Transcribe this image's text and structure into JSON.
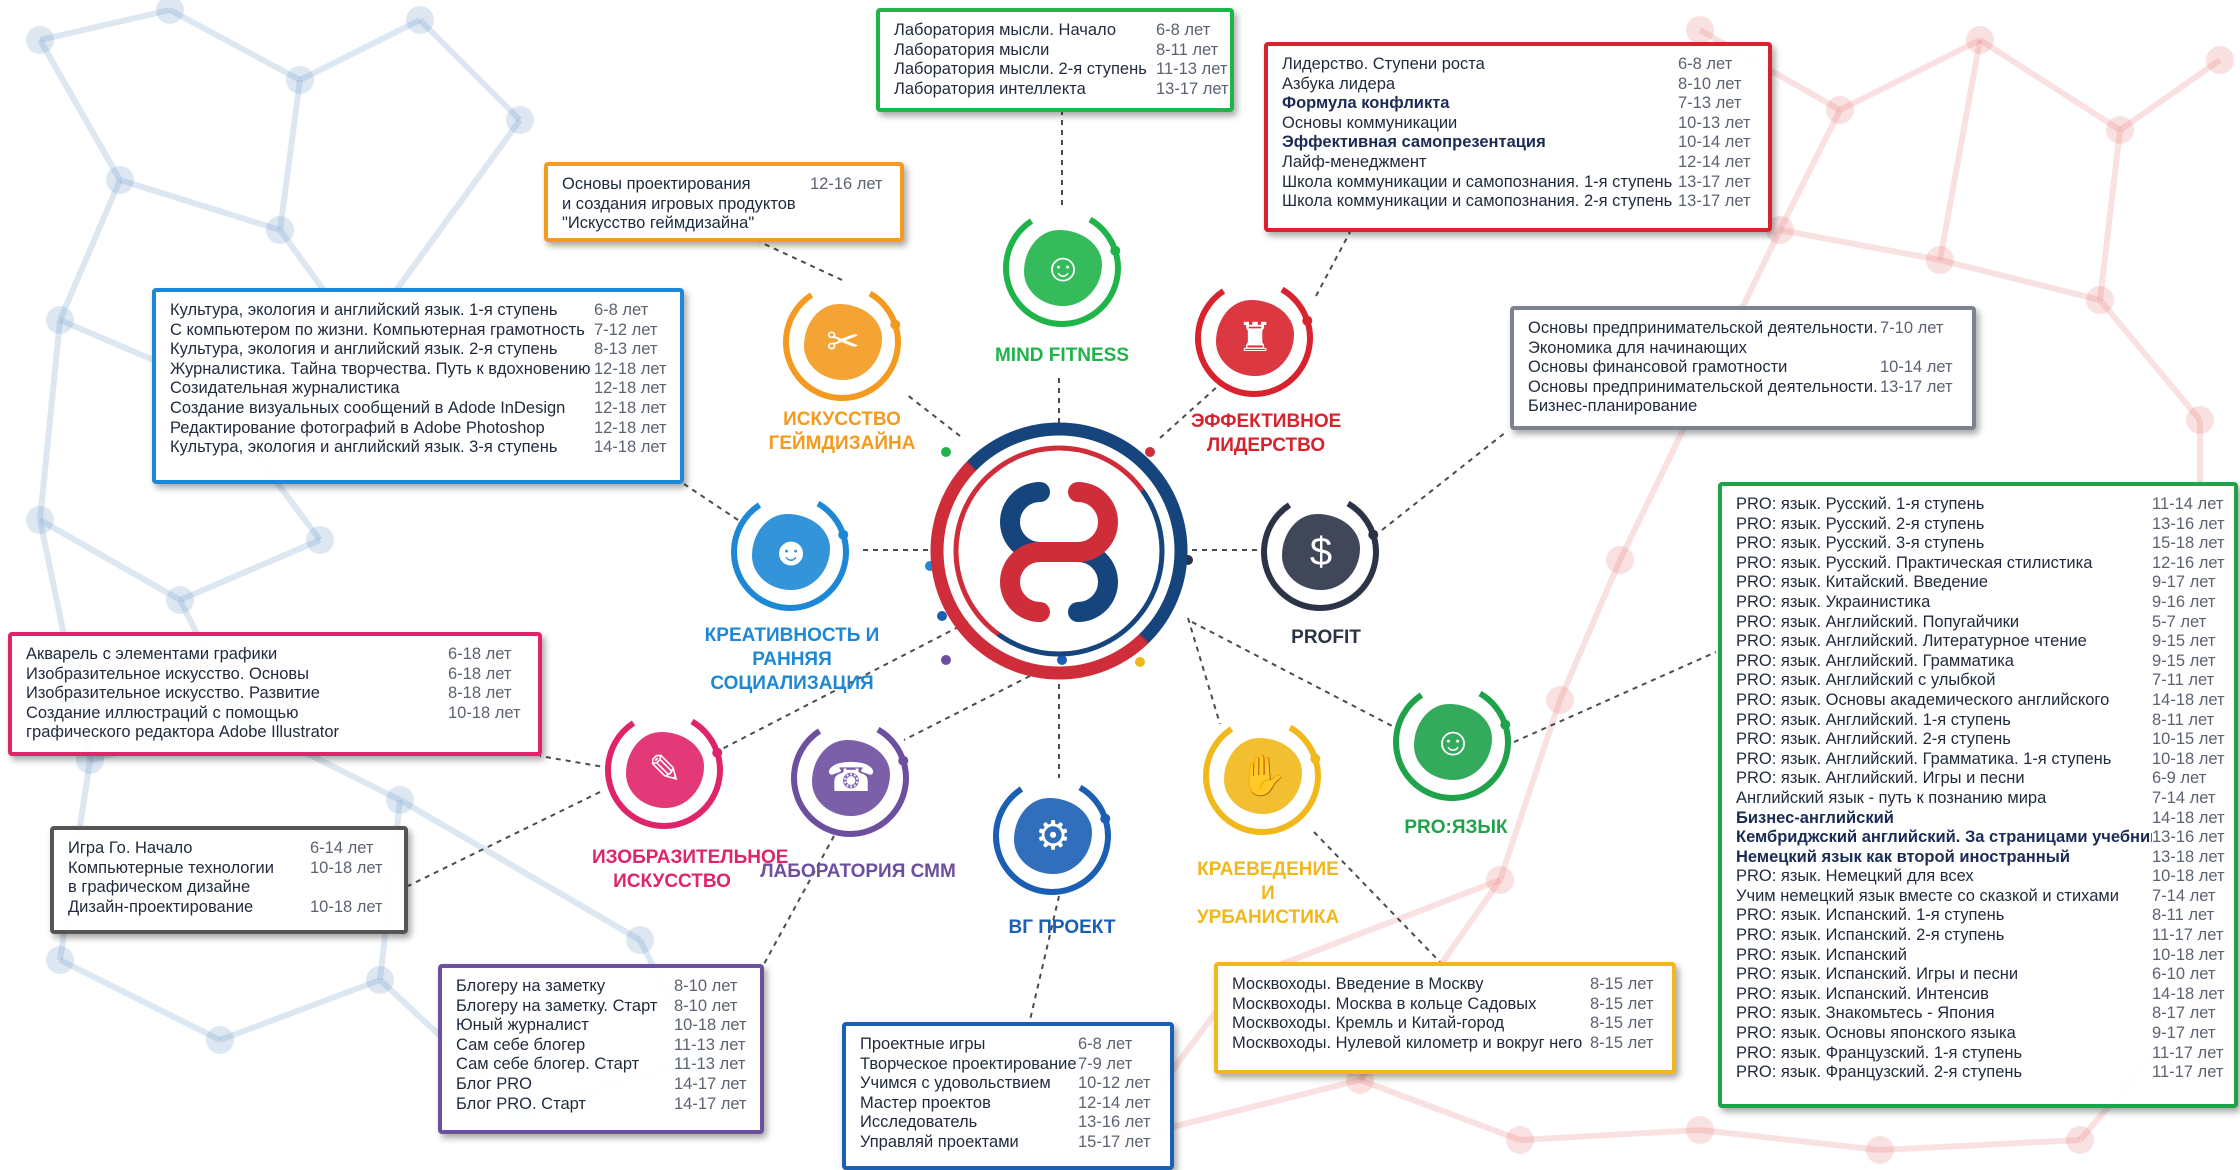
{
  "colors": {
    "lab": "#1fb44a",
    "leader": "#d8222e",
    "game": "#f39a1f",
    "creative": "#1e88d6",
    "art": "#e0246a",
    "gray": "#555555",
    "smm": "#6d4fa0",
    "proj": "#1b5fb5",
    "profit": "#2b3346",
    "kraeved": "#f0b81a",
    "lang": "#1ea24a",
    "hubBlue": "#16457e",
    "hubRed": "#d02d3a"
  },
  "nodes": {
    "mind": {
      "label": "MIND FITNESS",
      "icon": "☺"
    },
    "leader": {
      "label": "ЭФФЕКТИВНОЕ ЛИДЕРСТВО",
      "icon": "♜"
    },
    "game": {
      "label": "ИСКУССТВО ГЕЙМДИЗАЙНА",
      "icon": "✂"
    },
    "creative": {
      "label": "КРЕАТИВНОСТЬ И РАННЯЯ СОЦИАЛИЗАЦИЯ",
      "icon": "☻"
    },
    "profit": {
      "label": "PROFIT",
      "icon": "$"
    },
    "art": {
      "label": "ИЗОБРАЗИТЕЛЬНОЕ ИСКУССТВО",
      "icon": "✎"
    },
    "smm": {
      "label": "ЛАБОРАТОРИЯ СММ",
      "icon": "☎"
    },
    "proj": {
      "label": "ВГ ПРОЕКТ",
      "icon": "⚙"
    },
    "kraeved": {
      "label": "КРАЕВЕДЕНИЕ И УРБАНИСТИКА",
      "icon": "✋"
    },
    "lang": {
      "label": "PRO:ЯЗЫК",
      "icon": "☺"
    }
  },
  "boxes": {
    "lab": {
      "rows": [
        {
          "name": "Лаборатория мысли. Начало",
          "age": "6-8 лет"
        },
        {
          "name": "Лаборатория мысли",
          "age": "8-11 лет"
        },
        {
          "name": "Лаборатория мысли. 2-я ступень",
          "age": "11-13 лет"
        },
        {
          "name": "Лаборатория интеллекта",
          "age": "13-17 лет"
        }
      ]
    },
    "leader": {
      "rows": [
        {
          "name": "Лидерство. Ступени роста",
          "age": "6-8 лет"
        },
        {
          "name": "Азбука лидера",
          "age": "8-10 лет"
        },
        {
          "name": "Формула конфликта",
          "age": "7-13 лет",
          "bold": true
        },
        {
          "name": "Основы коммуникации",
          "age": "10-13 лет"
        },
        {
          "name": "Эффективная самопрезентация",
          "age": "10-14 лет",
          "bold": true
        },
        {
          "name": "Лайф-менеджмент",
          "age": "12-14 лет"
        },
        {
          "name": "Школа коммуникации и самопознания. 1-я ступень",
          "age": "13-17 лет"
        },
        {
          "name": "Школа коммуникации и самопознания. 2-я ступень",
          "age": "13-17 лет"
        }
      ]
    },
    "game": {
      "rows": [
        {
          "name": "Основы проектирования",
          "age": "12-16 лет"
        },
        {
          "name": "и создания игровых продуктов",
          "age": ""
        },
        {
          "name": "\"Искусство геймдизайна\"",
          "age": ""
        }
      ]
    },
    "creative": {
      "rows": [
        {
          "name": "Культура, экология и английский язык. 1-я ступень",
          "age": "6-8 лет"
        },
        {
          "name": "С компьютером по жизни. Компьютерная грамотность",
          "age": "7-12 лет"
        },
        {
          "name": "Культура, экология и английский язык. 2-я ступень",
          "age": "8-13 лет"
        },
        {
          "name": "Журналистика. Тайна творчества. Путь к вдохновению",
          "age": "12-18 лет"
        },
        {
          "name": "Созидательная журналистика",
          "age": "12-18 лет"
        },
        {
          "name": "Создание визуальных сообщений в Adode InDesign",
          "age": "12-18 лет"
        },
        {
          "name": "Редактирование фотографий в Adobe Photoshop",
          "age": "12-18 лет"
        },
        {
          "name": "Культура, экология и английский язык. 3-я ступень",
          "age": "14-18 лет"
        }
      ]
    },
    "profit": {
      "rows": [
        {
          "name": "Основы предпринимательской деятельности.",
          "age": "7-10 лет"
        },
        {
          "name": "Экономика для начинающих",
          "age": ""
        },
        {
          "name": "Основы финансовой грамотности",
          "age": "10-14 лет"
        },
        {
          "name": "Основы предпринимательской деятельности.",
          "age": "13-17 лет"
        },
        {
          "name": "Бизнес-планирование",
          "age": ""
        }
      ]
    },
    "art": {
      "rows": [
        {
          "name": "Акварель с элементами графики",
          "age": "6-18 лет"
        },
        {
          "name": "Изобразительное искусство. Основы",
          "age": "6-18 лет"
        },
        {
          "name": "Изобразительное искусство. Развитие",
          "age": "8-18 лет"
        },
        {
          "name": "Создание иллюстраций с помощью",
          "age": "10-18 лет"
        },
        {
          "name": "графического редактора Adobe Illustrator",
          "age": ""
        }
      ]
    },
    "gray": {
      "rows": [
        {
          "name": "Игра Го. Начало",
          "age": "6-14 лет"
        },
        {
          "name": "Компьютерные технологии",
          "age": "10-18 лет"
        },
        {
          "name": "в графическом дизайне",
          "age": ""
        },
        {
          "name": "Дизайн-проектирование",
          "age": "10-18 лет"
        }
      ]
    },
    "smm": {
      "rows": [
        {
          "name": "Блогеру на заметку",
          "age": "8-10 лет"
        },
        {
          "name": "Блогеру на заметку. Старт",
          "age": "8-10 лет"
        },
        {
          "name": "Юный журналист",
          "age": "10-18 лет"
        },
        {
          "name": "Сам себе блогер",
          "age": "11-13 лет"
        },
        {
          "name": "Сам себе блогер. Старт",
          "age": "11-13 лет"
        },
        {
          "name": "Блог PRO",
          "age": "14-17 лет"
        },
        {
          "name": "Блог PRO. Старт",
          "age": "14-17 лет"
        }
      ]
    },
    "proj": {
      "rows": [
        {
          "name": "Проектные игры",
          "age": "6-8 лет"
        },
        {
          "name": "Творческое проектирование",
          "age": "7-9 лет"
        },
        {
          "name": "Учимся с удовольствием",
          "age": "10-12 лет"
        },
        {
          "name": "Мастер проектов",
          "age": "12-14 лет"
        },
        {
          "name": "Исследователь",
          "age": "13-16 лет"
        },
        {
          "name": "Управляй проектами",
          "age": "15-17 лет"
        }
      ]
    },
    "kraeved": {
      "rows": [
        {
          "name": "Москвоходы. Введение в Москву",
          "age": "8-15 лет"
        },
        {
          "name": "Москвоходы. Москва в кольце Садовых",
          "age": "8-15 лет"
        },
        {
          "name": "Москвоходы. Кремль и Китай-город",
          "age": "8-15 лет"
        },
        {
          "name": "Москвоходы. Нулевой километр и вокруг него",
          "age": "8-15 лет"
        }
      ]
    },
    "lang": {
      "rows": [
        {
          "name": "PRO: язык. Русский. 1-я ступень",
          "age": "11-14 лет"
        },
        {
          "name": "PRO: язык. Русский. 2-я ступень",
          "age": "13-16 лет"
        },
        {
          "name": "PRO: язык. Русский. 3-я ступень",
          "age": "15-18 лет"
        },
        {
          "name": "PRO: язык. Русский. Практическая стилистика",
          "age": "12-16 лет"
        },
        {
          "name": "PRO: язык. Китайский. Введение",
          "age": "9-17 лет"
        },
        {
          "name": "PRO: язык. Украинистика",
          "age": "9-16 лет"
        },
        {
          "name": "PRO: язык. Английский. Попугайчики",
          "age": "5-7 лет"
        },
        {
          "name": "PRO: язык. Английский. Литературное чтение",
          "age": "9-15 лет"
        },
        {
          "name": "PRO: язык. Английский. Грамматика",
          "age": "9-15 лет"
        },
        {
          "name": "PRO: язык. Английский с улыбкой",
          "age": "7-11 лет"
        },
        {
          "name": "PRO: язык. Основы академического английского",
          "age": "14-18 лет"
        },
        {
          "name": "PRO: язык. Английский. 1-я ступень",
          "age": "8-11 лет"
        },
        {
          "name": "PRO: язык. Английский. 2-я ступень",
          "age": "10-15 лет"
        },
        {
          "name": "PRO: язык. Английский. Грамматика. 1-я ступень",
          "age": "10-18 лет"
        },
        {
          "name": "PRO: язык. Английский. Игры и песни",
          "age": "6-9 лет"
        },
        {
          "name": "Английский язык - путь к познанию мира",
          "age": "7-14 лет"
        },
        {
          "name": "Бизнес-английский",
          "age": "14-18 лет",
          "bold": true
        },
        {
          "name": "Кембриджский английский. За страницами учебников",
          "age": "13-16 лет",
          "bold": true
        },
        {
          "name": "Немецкий язык как второй иностранный",
          "age": "13-18 лет",
          "bold": true
        },
        {
          "name": "PRO: язык. Немецкий для всех",
          "age": "10-18 лет"
        },
        {
          "name": "Учим немецкий язык вместе со сказкой и стихами",
          "age": "7-14 лет"
        },
        {
          "name": "PRO: язык. Испанский. 1-я ступень",
          "age": "8-11 лет"
        },
        {
          "name": "PRO: язык. Испанский. 2-я ступень",
          "age": "11-17 лет"
        },
        {
          "name": "PRO: язык. Испанский",
          "age": "10-18 лет"
        },
        {
          "name": "PRO: язык. Испанский. Игры и песни",
          "age": "6-10 лет"
        },
        {
          "name": "PRO: язык. Испанский. Интенсив",
          "age": "14-18 лет"
        },
        {
          "name": "PRO: язык. Знакомьтесь - Япония",
          "age": "8-17 лет"
        },
        {
          "name": "PRO: язык. Основы японского языка",
          "age": "9-17 лет"
        },
        {
          "name": "PRO: язык. Французский. 1-я ступень",
          "age": "11-17 лет"
        },
        {
          "name": "PRO: язык. Французский. 2-я ступень",
          "age": "11-17 лет"
        }
      ]
    }
  }
}
